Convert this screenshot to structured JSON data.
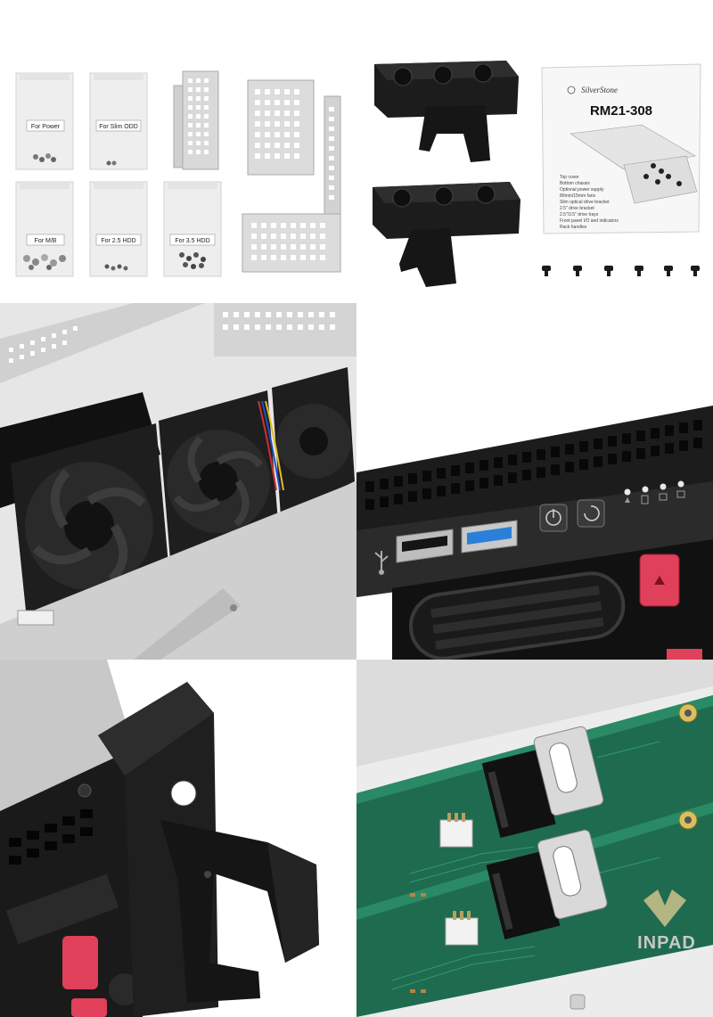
{
  "accessories": {
    "bags": [
      {
        "label": "For  Power"
      },
      {
        "label": "For  Slim  ODD"
      },
      {
        "label": "For  M/B"
      },
      {
        "label": "For  2.5  HDD"
      },
      {
        "label": "For  3.5  HDD"
      }
    ]
  },
  "manual": {
    "brand": "SilverStone",
    "model": "RM21-308",
    "items": [
      "Top cover",
      "Bottom chassis",
      "Optional power supply",
      "80mm/15mm fans",
      "Slim optical drive bracket",
      "2.5\" drive bracket",
      "2.5\"/3.5\" drive trays",
      "Front panel I/O and indicators",
      "Rack handles"
    ]
  },
  "watermark": {
    "text": "INPAD"
  },
  "colors": {
    "chassis_black": "#1a1a1a",
    "metal": "#d8d8d8",
    "pcb_green": "#1f6b4f",
    "release_red": "#e0405a",
    "usb3_blue": "#2b7fd9"
  },
  "icons": {
    "usb": "usb-icon",
    "power": "power-icon",
    "reset": "reset-icon",
    "hdd_led": "hdd-led-icon",
    "lan": "lan-icon"
  }
}
